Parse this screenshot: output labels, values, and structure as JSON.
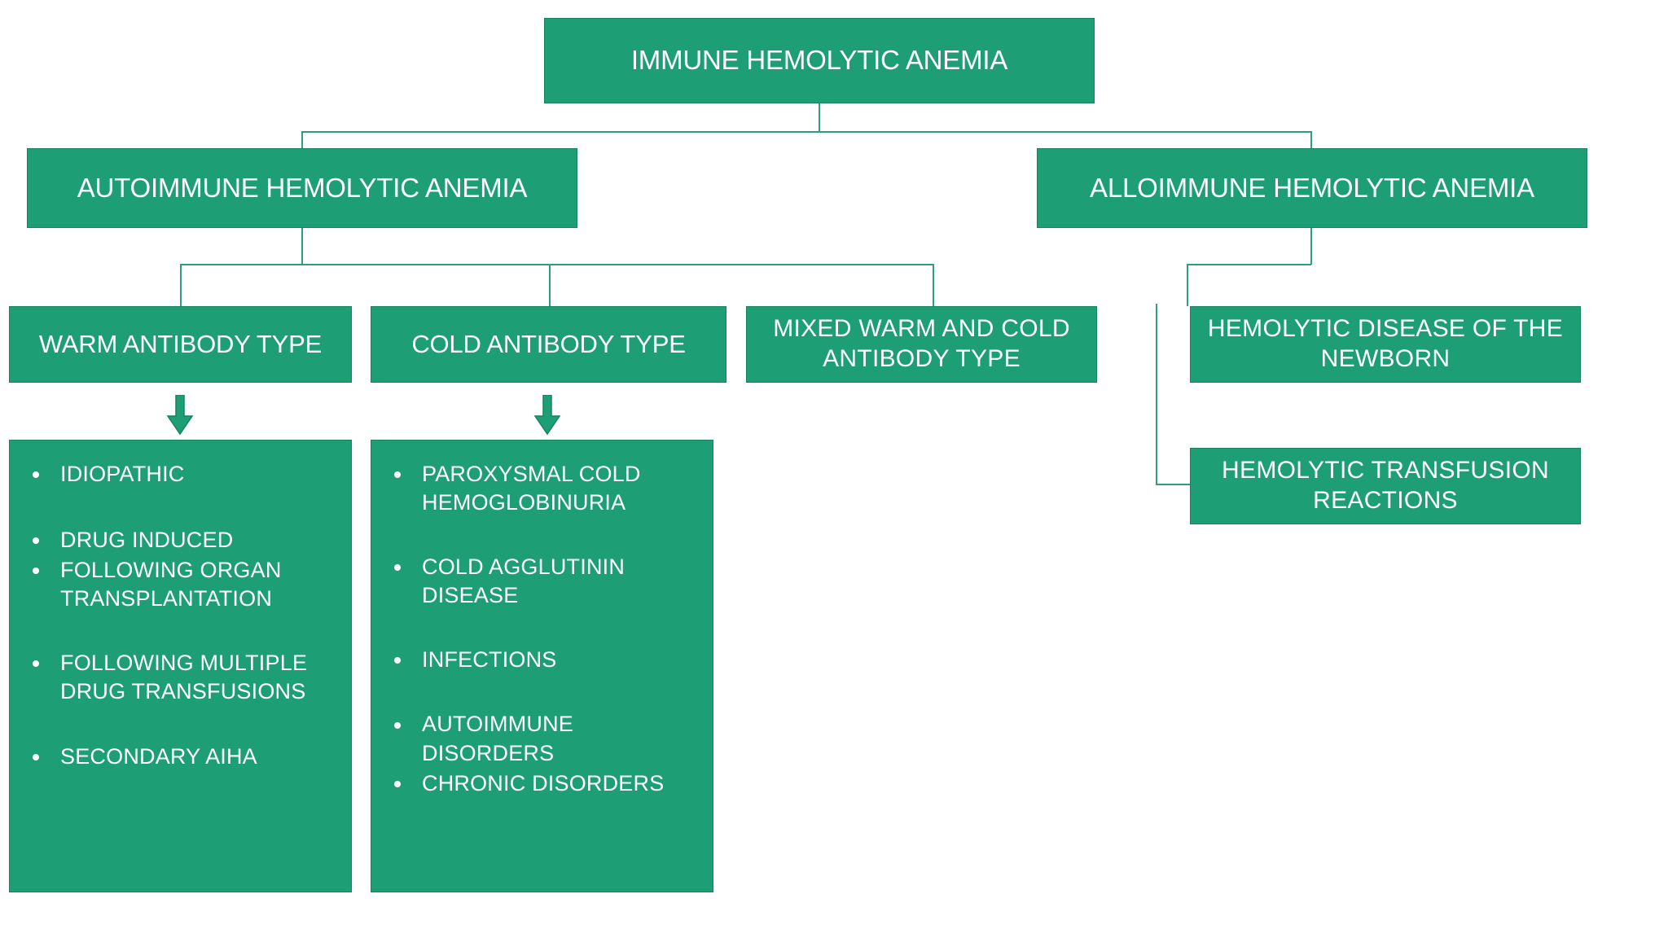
{
  "diagram": {
    "title": "IMMUNE HEMOLYTIC ANEMIA",
    "type": "flowchart",
    "colors": {
      "node_fill": "#1d9e75",
      "node_border": "#15845f",
      "connector": "#2f9e7e",
      "text": "#ffffff",
      "background": "#ffffff"
    }
  },
  "nodes": {
    "root": {
      "label": "IMMUNE HEMOLYTIC ANEMIA"
    },
    "level2": [
      {
        "id": "autoimmune",
        "label": "AUTOIMMUNE HEMOLYTIC ANEMIA"
      },
      {
        "id": "alloimmune",
        "label": "ALLOIMMUNE HEMOLYTIC ANEMIA"
      }
    ],
    "level3_autoimmune": [
      {
        "id": "warm",
        "label": "WARM ANTIBODY TYPE"
      },
      {
        "id": "cold",
        "label": "COLD ANTIBODY TYPE"
      },
      {
        "id": "mixed",
        "label": "MIXED WARM AND COLD ANTIBODY TYPE"
      }
    ],
    "level3_alloimmune": [
      {
        "id": "hdn",
        "label": "HEMOLYTIC DISEASE OF THE NEWBORN"
      },
      {
        "id": "htr",
        "label": "HEMOLYTIC TRANSFUSION REACTIONS"
      }
    ]
  },
  "lists": {
    "warm_causes": [
      "IDIOPATHIC",
      "DRUG INDUCED",
      "FOLLOWING ORGAN TRANSPLANTATION",
      "FOLLOWING MULTIPLE DRUG TRANSFUSIONS",
      "SECONDARY AIHA"
    ],
    "cold_causes": [
      "PAROXYSMAL COLD HEMOGLOBINURIA",
      "COLD AGGLUTININ DISEASE",
      "INFECTIONS",
      "AUTOIMMUNE DISORDERS",
      "CHRONIC DISORDERS"
    ]
  },
  "icons": {
    "arrow_warm": "down-arrow-icon",
    "arrow_cold": "down-arrow-icon"
  }
}
